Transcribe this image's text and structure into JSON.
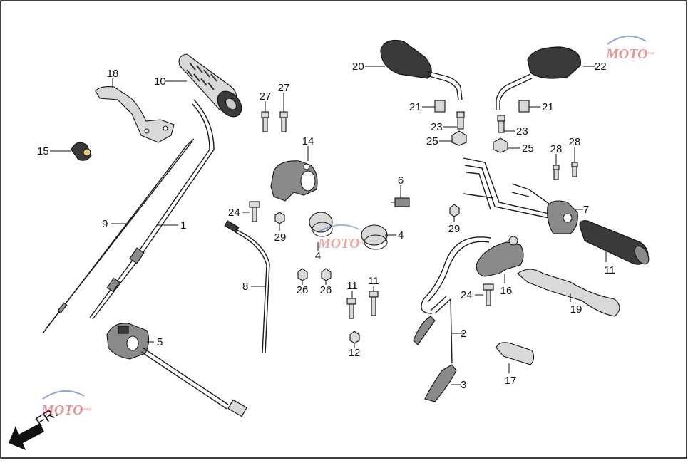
{
  "diagram": {
    "orientation_text": "FR.",
    "watermark": {
      "text": "MOTO",
      "subtext": "Garage"
    },
    "callouts": [
      {
        "label": "1"
      },
      {
        "label": "2"
      },
      {
        "label": "3"
      },
      {
        "label": "4"
      },
      {
        "label": "4"
      },
      {
        "label": "5"
      },
      {
        "label": "6"
      },
      {
        "label": "7"
      },
      {
        "label": "8"
      },
      {
        "label": "9"
      },
      {
        "label": "10"
      },
      {
        "label": "11"
      },
      {
        "label": "11"
      },
      {
        "label": "11"
      },
      {
        "label": "12"
      },
      {
        "label": "14"
      },
      {
        "label": "15"
      },
      {
        "label": "16"
      },
      {
        "label": "17"
      },
      {
        "label": "18"
      },
      {
        "label": "19"
      },
      {
        "label": "20"
      },
      {
        "label": "21"
      },
      {
        "label": "21"
      },
      {
        "label": "22"
      },
      {
        "label": "23"
      },
      {
        "label": "23"
      },
      {
        "label": "24"
      },
      {
        "label": "24"
      },
      {
        "label": "25"
      },
      {
        "label": "25"
      },
      {
        "label": "26"
      },
      {
        "label": "26"
      },
      {
        "label": "27"
      },
      {
        "label": "27"
      },
      {
        "label": "28"
      },
      {
        "label": "28"
      },
      {
        "label": "29"
      },
      {
        "label": "29"
      }
    ]
  },
  "colors": {
    "line": "#1a1a1a",
    "watermark_red": "#d33b3b",
    "watermark_blue": "#2d5fb0",
    "frame": "#000000"
  }
}
